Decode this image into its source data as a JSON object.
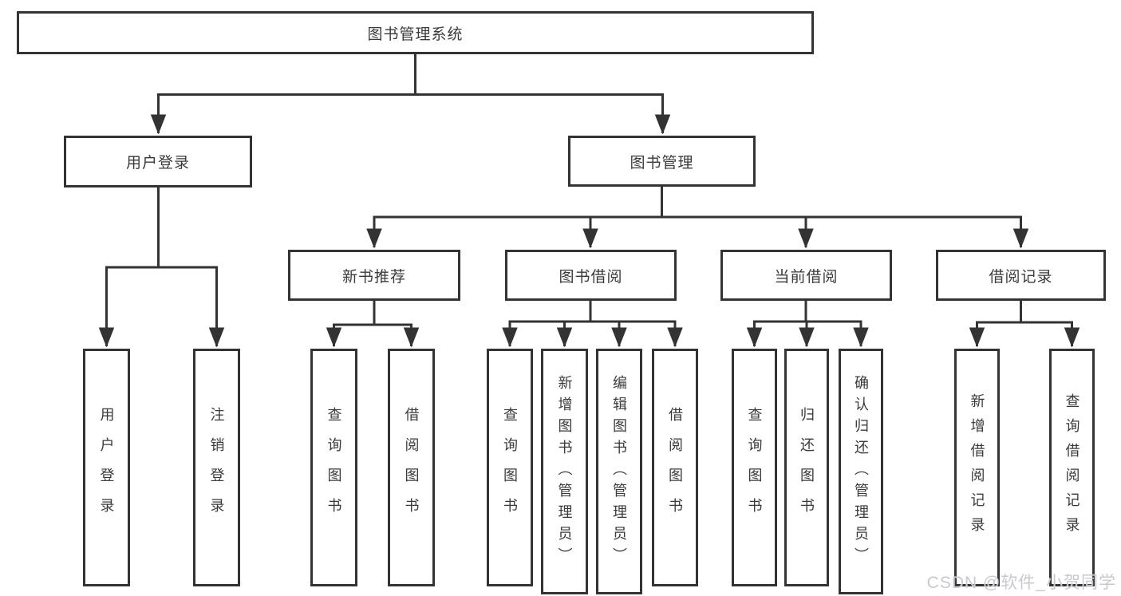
{
  "diagram": {
    "type": "hierarchy-flowchart",
    "root": {
      "label": "图书管理系统"
    },
    "children": [
      {
        "label": "用户登录",
        "children": [
          {
            "label": "用户登录"
          },
          {
            "label": "注销登录"
          }
        ]
      },
      {
        "label": "图书管理",
        "children": [
          {
            "label": "新书推荐",
            "children": [
              {
                "label": "查询图书"
              },
              {
                "label": "借阅图书"
              }
            ]
          },
          {
            "label": "图书借阅",
            "children": [
              {
                "label": "查询图书"
              },
              {
                "label": "新增图书（管理员）"
              },
              {
                "label": "编辑图书（管理员）"
              },
              {
                "label": "借阅图书"
              }
            ]
          },
          {
            "label": "当前借阅",
            "children": [
              {
                "label": "查询图书"
              },
              {
                "label": "归还图书"
              },
              {
                "label": "确认归还（管理员）"
              }
            ]
          },
          {
            "label": "借阅记录",
            "children": [
              {
                "label": "新增借阅记录"
              },
              {
                "label": "查询借阅记录"
              }
            ]
          }
        ]
      }
    ]
  },
  "watermark": {
    "text": "CSDN @软件_小贺同学"
  },
  "colors": {
    "line": "#333333",
    "box_border": "#333333",
    "text": "#3a3a3a",
    "watermark": "#c7c9cf",
    "background": "#ffffff"
  }
}
